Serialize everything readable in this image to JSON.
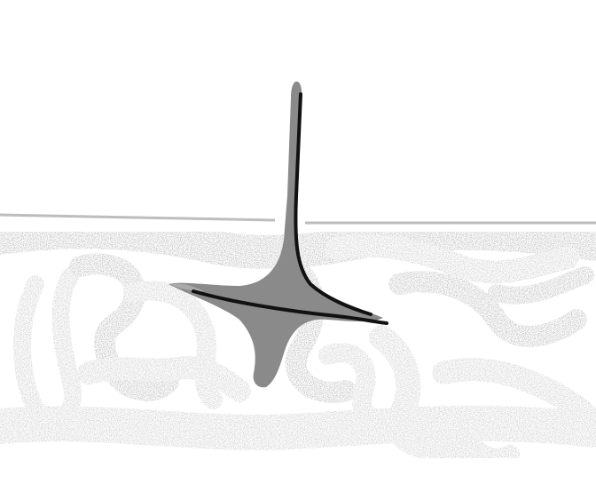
{
  "scene": {
    "description_free": true,
    "colors": {
      "background": "#ffffff",
      "ground_texture": "#c9c9c9",
      "ground_texture_dark": "#b5b5b5",
      "horizon_line": "#bdbdbd",
      "top_body": "#8a8a8a",
      "top_highlight": "#a9a9a9",
      "top_outline": "#111111"
    },
    "objects": [
      {
        "kind": "spinning-top",
        "icon": "spinning-top-icon"
      },
      {
        "kind": "horizon-line",
        "icon": "horizon-line-icon"
      },
      {
        "kind": "ground-texture",
        "icon": "noise-texture-icon"
      }
    ]
  }
}
